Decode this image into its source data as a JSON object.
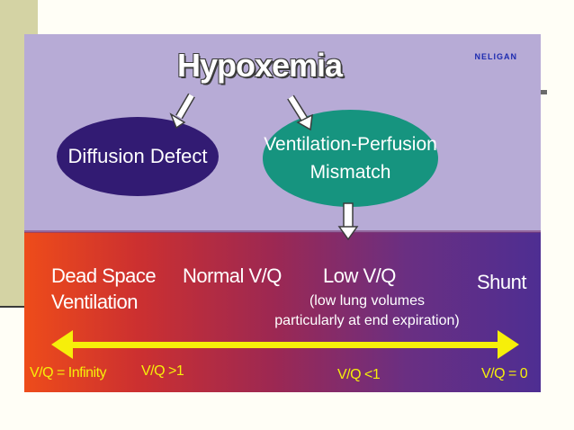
{
  "brand": "NELIGAN",
  "title": "Hypoxemia",
  "causes": {
    "diffusion": "Diffusion Defect",
    "vq_line1": "Ventilation-Perfusion",
    "vq_line2": "Mismatch"
  },
  "spectrum": {
    "dead_space_line1": "Dead Space",
    "dead_space_line2": "Ventilation",
    "normal": "Normal V/Q",
    "low": "Low V/Q",
    "low_note_line1": "(low lung volumes",
    "low_note_line2": "particularly at end expiration)",
    "shunt": "Shunt"
  },
  "ratios": {
    "infinity": "V/Q = Infinity",
    "gt1": "V/Q >1",
    "lt1": "V/Q <1",
    "zero": "V/Q = 0"
  },
  "colors": {
    "top_panel": "#b7abd6",
    "diffusion_oval": "#321b73",
    "vq_oval": "#16947f",
    "gradient_left": "#ee4c1a",
    "gradient_right": "#4e2e92",
    "ratio_text": "#f6ef0a",
    "arrow": "#f6ef0a"
  }
}
